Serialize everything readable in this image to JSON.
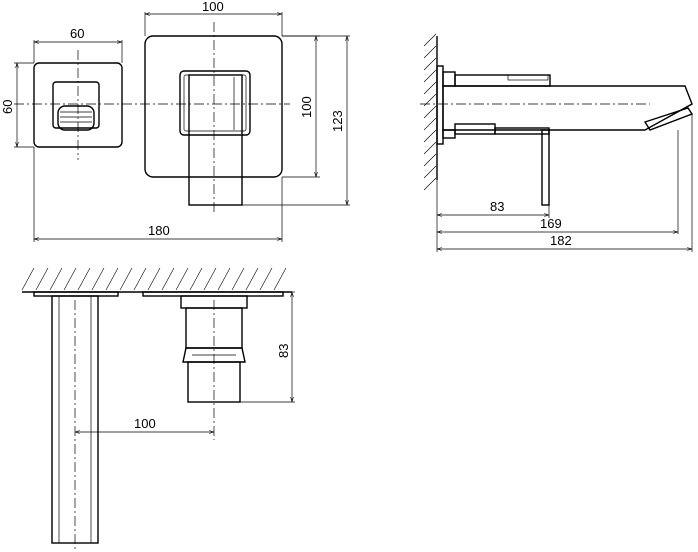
{
  "dimensions": {
    "escutcheon_width": "60",
    "escutcheon_height": "60",
    "plate_width": "100",
    "plate_height": "100",
    "total_height": "123",
    "total_width": "180",
    "side_projection": "83",
    "side_spout_reach": "169",
    "side_total_depth": "182",
    "bottom_spacing": "100",
    "bottom_depth": "83"
  }
}
